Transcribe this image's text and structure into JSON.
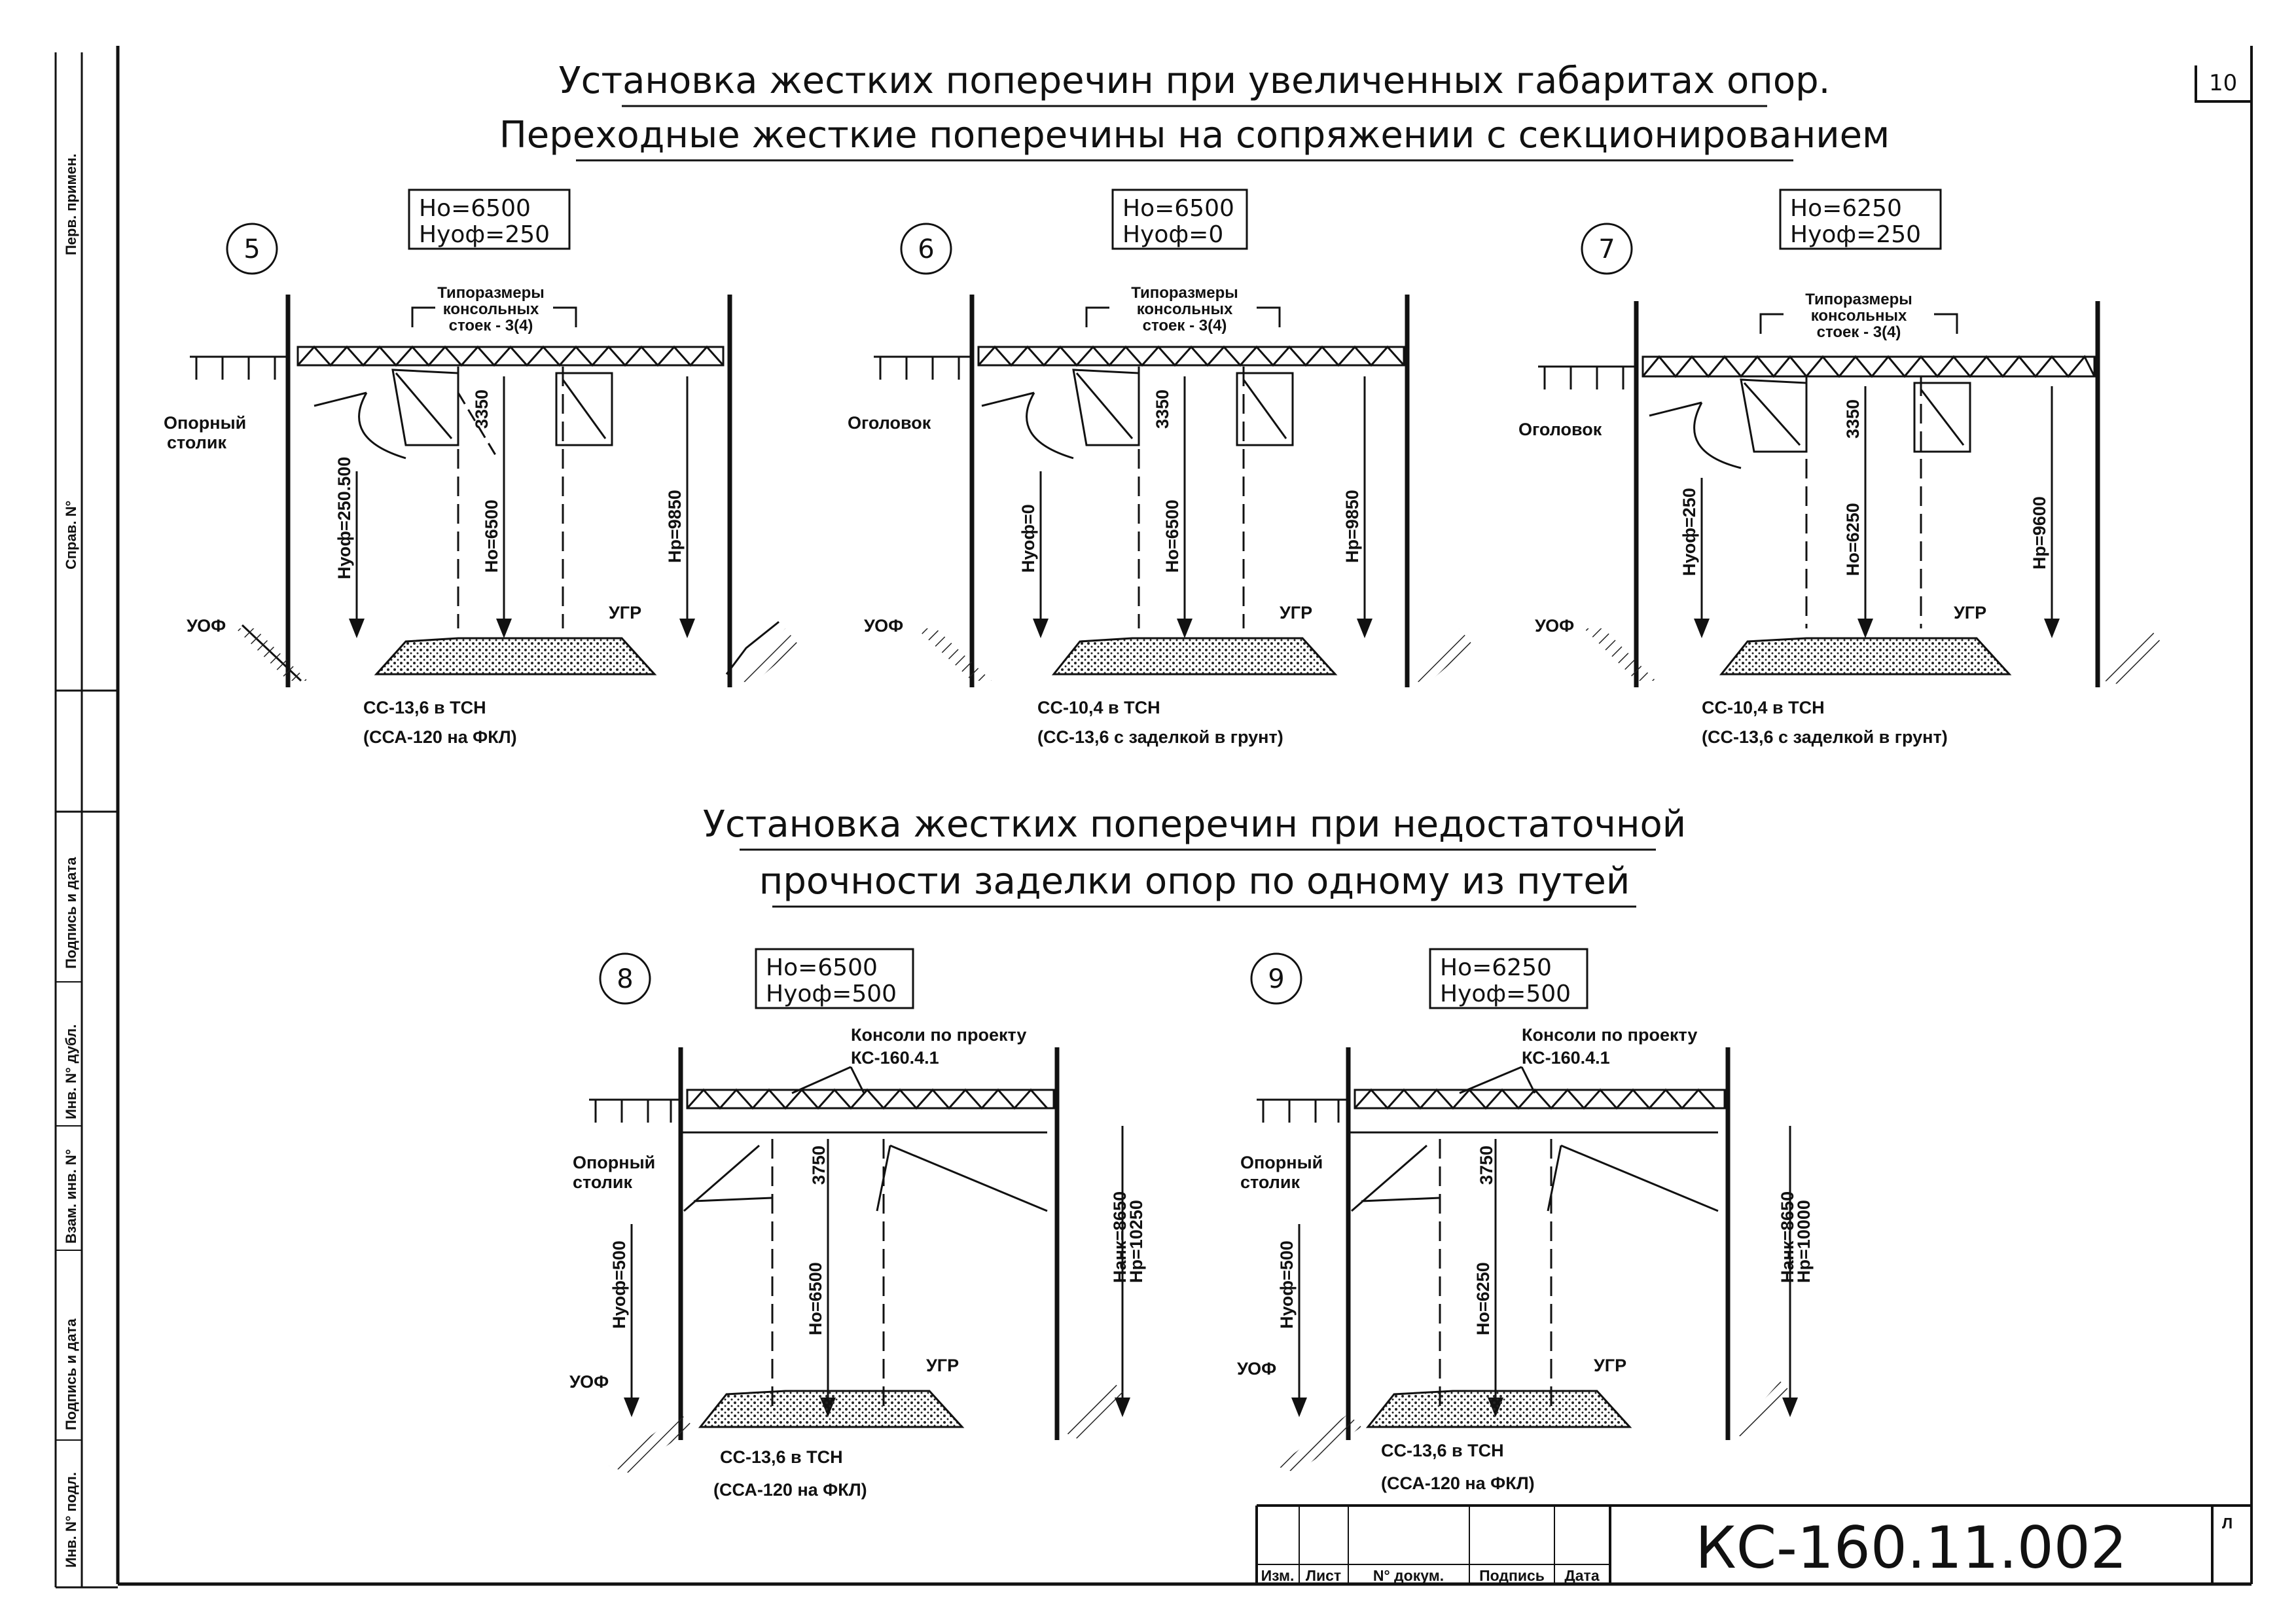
{
  "page": {
    "number": "10",
    "title_top_1": "Установка жестких поперечин при увеличенных габаритах опор.",
    "title_top_2": "Переходные жесткие поперечины на сопряжении с секционированием",
    "title_mid_1": "Установка жестких поперечин при недостаточной",
    "title_mid_2": "прочности заделки опор по одному из путей"
  },
  "side_stamps": [
    "Перв. примен.",
    "Справ. N°",
    "Подпись и дата",
    "Инв. N° дубл.",
    "Взам. инв. N°",
    "Подпись и дата",
    "Инв. N° подл."
  ],
  "diagrams": [
    {
      "num": "5",
      "params": [
        "Hо=6500",
        "Hуоф=250"
      ],
      "left_label": [
        "Опорный",
        "столик"
      ],
      "top_label": [
        "Типоразмеры",
        "консольных",
        "стоек - 3(4)"
      ],
      "dim_top": "3350",
      "dim_left": "Hуоф=250.500",
      "dim_mid": "Hо=6500",
      "dim_right": "Hр=9850",
      "uof": "УОФ",
      "ugr": "УГР",
      "bottom": [
        "СС-13,6 в ТСН",
        "(ССА-120 на ФКЛ)"
      ]
    },
    {
      "num": "6",
      "params": [
        "Hо=6500",
        "Hуоф=0"
      ],
      "left_label": [
        "Оголовок"
      ],
      "top_label": [
        "Типоразмеры",
        "консольных",
        "стоек - 3(4)"
      ],
      "dim_top": "3350",
      "dim_left": "Hуоф=0",
      "dim_mid": "Hо=6500",
      "dim_right": "Hр=9850",
      "uof": "УОФ",
      "ugr": "УГР",
      "bottom": [
        "СС-10,4 в ТСН",
        "(СС-13,6 с заделкой в грунт)"
      ]
    },
    {
      "num": "7",
      "params": [
        "Hо=6250",
        "Hуоф=250"
      ],
      "left_label": [
        "Оголовок"
      ],
      "top_label": [
        "Типоразмеры",
        "консольных",
        "стоек - 3(4)"
      ],
      "dim_top": "3350",
      "dim_left": "Hуоф=250",
      "dim_mid": "Hо=6250",
      "dim_right": "Hр=9600",
      "uof": "УОФ",
      "ugr": "УГР",
      "bottom": [
        "СС-10,4 в ТСН",
        "(СС-13,6 с заделкой в грунт)"
      ]
    },
    {
      "num": "8",
      "params": [
        "Hо=6500",
        "Hуоф=500"
      ],
      "left_label": [
        "Опорный",
        "столик"
      ],
      "top_label": [
        "Консоли по проекту",
        "КС-160.4.1"
      ],
      "dim_top": "3750",
      "dim_left": "Hуоф=500",
      "dim_mid": "Hо=6500",
      "dim_right1": "Hанк=8650",
      "dim_right2": "Hр=10250",
      "uof": "УОФ",
      "ugr": "УГР",
      "bottom": [
        "СС-13,6 в ТСН",
        "(ССА-120 на ФКЛ)"
      ]
    },
    {
      "num": "9",
      "params": [
        "Hо=6250",
        "Hуоф=500"
      ],
      "left_label": [
        "Опорный",
        "столик"
      ],
      "top_label": [
        "Консоли по проекту",
        "КС-160.4.1"
      ],
      "dim_top": "3750",
      "dim_left": "Hуоф=500",
      "dim_mid": "Hо=6250",
      "dim_right1": "Hанк=8650",
      "dim_right2": "Hр=10000",
      "uof": "УОФ",
      "ugr": "УГР",
      "bottom": [
        "СС-13,6 в ТСН",
        "(ССА-120 на ФКЛ)"
      ]
    }
  ],
  "title_block": {
    "code": "КС-160.11.002",
    "columns": [
      "Изм.",
      "Лист",
      "N° докум.",
      "Подпись",
      "Дата"
    ],
    "sheet_label": "Л"
  }
}
